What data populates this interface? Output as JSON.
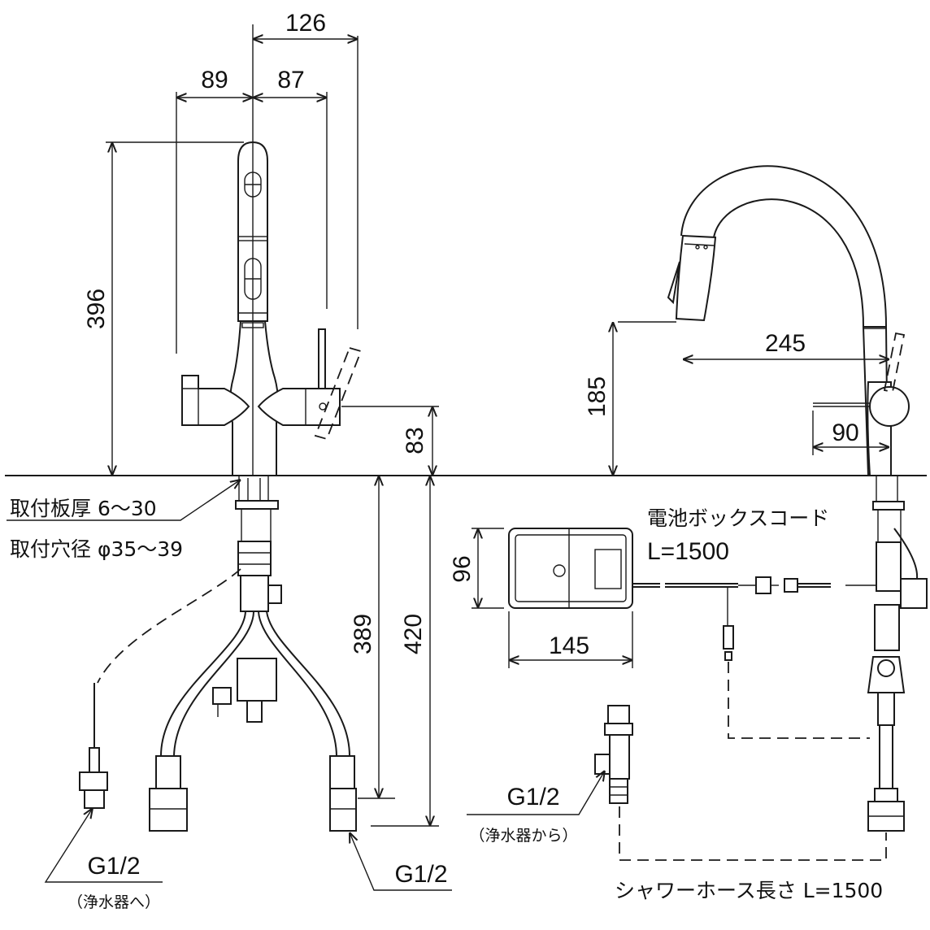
{
  "dimensions": {
    "d126": "126",
    "d89": "89",
    "d87": "87",
    "d396": "396",
    "d83": "83",
    "d389": "389",
    "d420": "420",
    "d245": "245",
    "d185": "185",
    "d90": "90",
    "d96": "96",
    "d145": "145"
  },
  "notes": {
    "plate_thickness": "取付板厚 6〜30",
    "hole_diameter": "取付穴径 φ35〜39",
    "battery_cord": "電池ボックスコード",
    "battery_cord_length": "L=1500",
    "shower_hose": "シャワーホース長さ L=1500"
  },
  "threads": {
    "left_purifier": "G1/2",
    "left_purifier_note": "（浄水器へ）",
    "supply": "G1/2",
    "purifier_in": "G1/2",
    "purifier_in_note": "（浄水器から）"
  }
}
